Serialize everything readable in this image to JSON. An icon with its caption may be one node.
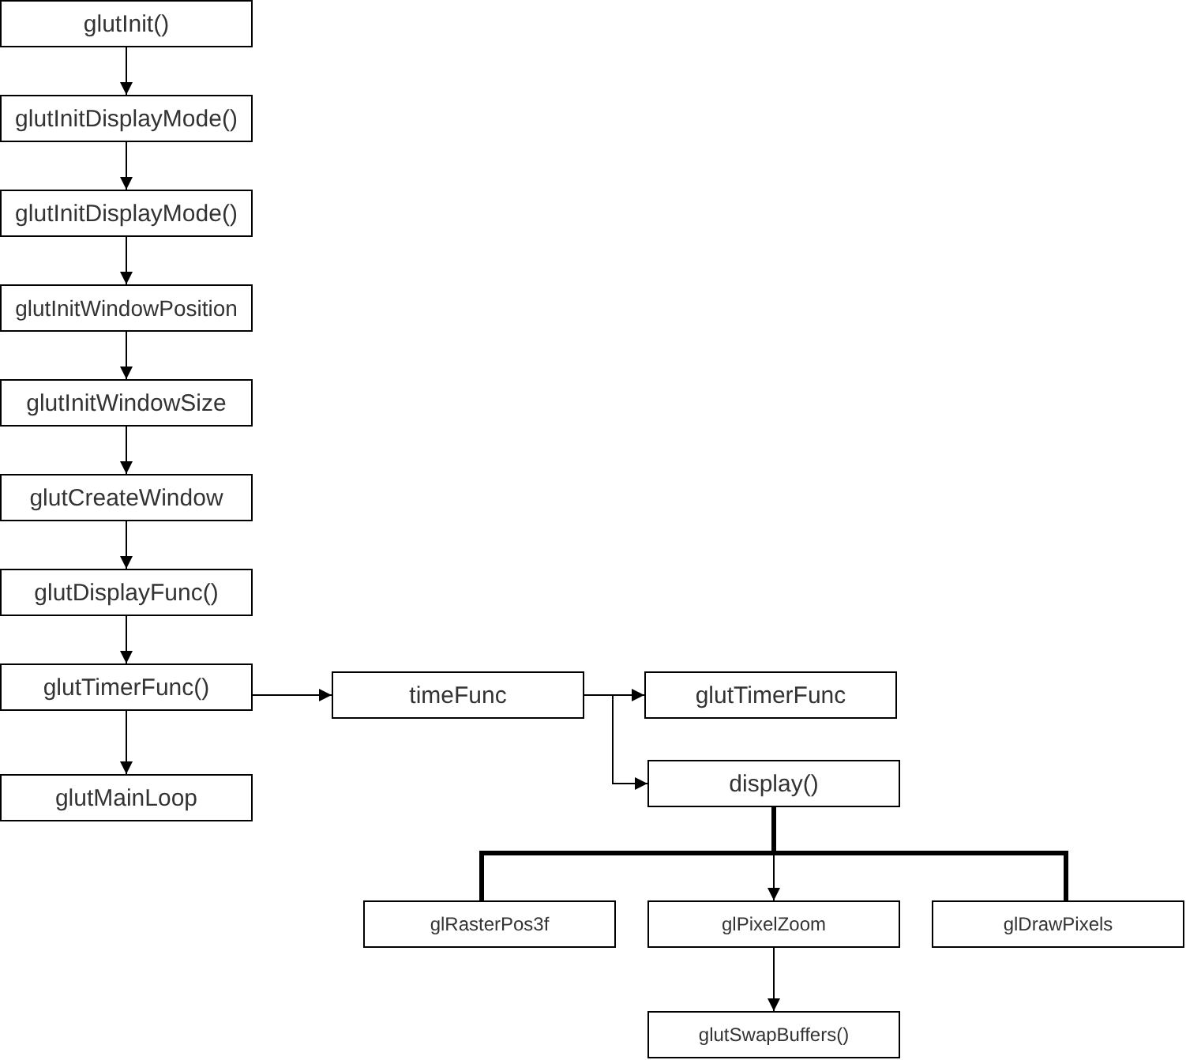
{
  "diagram": {
    "nodes": [
      {
        "text": [
          "glutInit()"
        ]
      },
      {
        "text": [
          "glutInitDisplayMode()"
        ]
      },
      {
        "text": [
          "glutInitDisplayMode()"
        ]
      },
      {
        "text": [
          "glutInitWindowPosition"
        ]
      },
      {
        "text": [
          "glutInitWindowSize"
        ]
      },
      {
        "text": [
          "glutCreateWindow"
        ]
      },
      {
        "text": [
          "glutDisplayFunc()"
        ]
      },
      {
        "text": [
          "glutTimerFunc()"
        ]
      },
      {
        "text": [
          "glutMainLoop"
        ]
      },
      {
        "text": [
          "timeFunc"
        ]
      },
      {
        "text": [
          "glutTimerFunc"
        ]
      },
      {
        "text": [
          "display()"
        ]
      },
      {
        "text": [
          "glRasterPos3f"
        ]
      },
      {
        "text": [
          "glPixelZoom"
        ]
      },
      {
        "text": [
          "glDrawPixels"
        ]
      },
      {
        "text": [
          "glutSwapBuffers()"
        ]
      }
    ],
    "edges": [
      {
        "from": 0,
        "to": 1,
        "arrow": "to"
      },
      {
        "from": 1,
        "to": 2,
        "arrow": "to"
      },
      {
        "from": 2,
        "to": 3,
        "arrow": "to"
      },
      {
        "from": 3,
        "to": 4,
        "arrow": "to"
      },
      {
        "from": 4,
        "to": 5,
        "arrow": "to"
      },
      {
        "from": 5,
        "to": 6,
        "arrow": "to"
      },
      {
        "from": 6,
        "to": 7,
        "arrow": "to"
      },
      {
        "from": 7,
        "to": 8,
        "arrow": "to"
      },
      {
        "from": 7,
        "to": 9,
        "arrow": "to"
      },
      {
        "from": 9,
        "to": 10,
        "arrow": "to"
      },
      {
        "from": 9,
        "to": 11,
        "arrow": "to"
      },
      {
        "from": 11,
        "to": 12,
        "arrow": "none",
        "style": "thick"
      },
      {
        "from": 11,
        "to": 13,
        "arrow": "to"
      },
      {
        "from": 11,
        "to": 14,
        "arrow": "none",
        "style": "thick"
      },
      {
        "from": 13,
        "to": 15,
        "arrow": "to"
      }
    ]
  }
}
